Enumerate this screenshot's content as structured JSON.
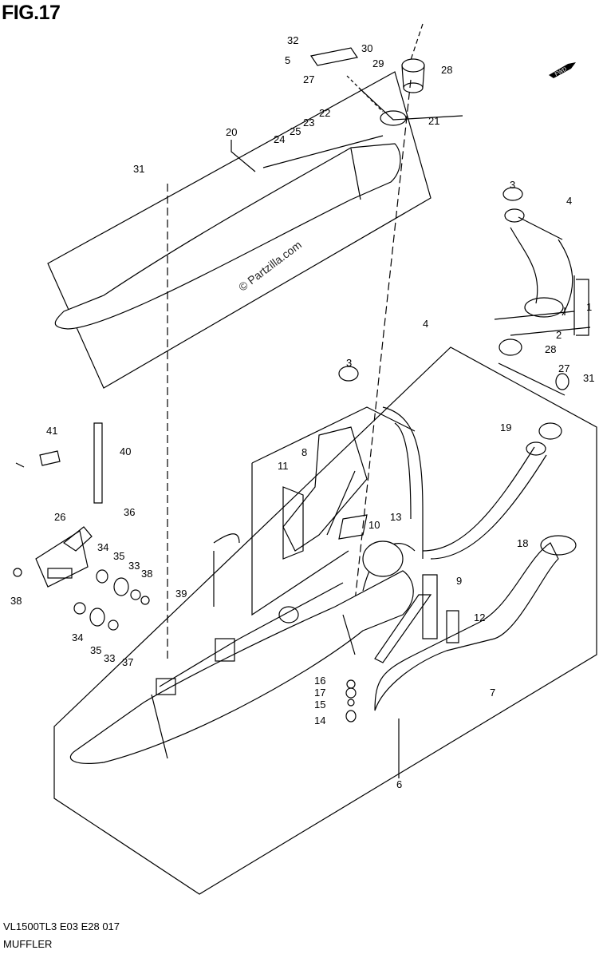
{
  "figure": {
    "title": "FIG.17",
    "model_code": "VL1500TL3  E03  E28  017",
    "name": "MUFFLER",
    "watermark": "© Partzilla.com",
    "fwd_label": "FWD"
  },
  "callouts": [
    {
      "id": "c32",
      "label": "32"
    },
    {
      "id": "c30",
      "label": "30"
    },
    {
      "id": "c5",
      "label": "5"
    },
    {
      "id": "c29",
      "label": "29"
    },
    {
      "id": "c28a",
      "label": "28"
    },
    {
      "id": "c27a",
      "label": "27"
    },
    {
      "id": "c22",
      "label": "22"
    },
    {
      "id": "c23",
      "label": "23"
    },
    {
      "id": "c25",
      "label": "25"
    },
    {
      "id": "c24",
      "label": "24"
    },
    {
      "id": "c21",
      "label": "21"
    },
    {
      "id": "c20",
      "label": "20"
    },
    {
      "id": "c31a",
      "label": "31"
    },
    {
      "id": "c3a",
      "label": "3"
    },
    {
      "id": "c4a",
      "label": "4"
    },
    {
      "id": "c1",
      "label": "1"
    },
    {
      "id": "c2",
      "label": "2"
    },
    {
      "id": "c28b",
      "label": "28"
    },
    {
      "id": "c4b",
      "label": "4"
    },
    {
      "id": "c3b",
      "label": "3"
    },
    {
      "id": "c27b",
      "label": "27"
    },
    {
      "id": "c31b",
      "label": "31"
    },
    {
      "id": "c19",
      "label": "19"
    },
    {
      "id": "c41",
      "label": "41"
    },
    {
      "id": "c40",
      "label": "40"
    },
    {
      "id": "c8",
      "label": "8"
    },
    {
      "id": "c11",
      "label": "11"
    },
    {
      "id": "c36",
      "label": "36"
    },
    {
      "id": "c26",
      "label": "26"
    },
    {
      "id": "c13",
      "label": "13"
    },
    {
      "id": "c10",
      "label": "10"
    },
    {
      "id": "c18",
      "label": "18"
    },
    {
      "id": "c34a",
      "label": "34"
    },
    {
      "id": "c35a",
      "label": "35"
    },
    {
      "id": "c33a",
      "label": "33"
    },
    {
      "id": "c38a",
      "label": "38"
    },
    {
      "id": "c38b",
      "label": "38"
    },
    {
      "id": "c39",
      "label": "39"
    },
    {
      "id": "c9",
      "label": "9"
    },
    {
      "id": "c12",
      "label": "12"
    },
    {
      "id": "c34b",
      "label": "34"
    },
    {
      "id": "c35b",
      "label": "35"
    },
    {
      "id": "c33b",
      "label": "33"
    },
    {
      "id": "c37",
      "label": "37"
    },
    {
      "id": "c7",
      "label": "7"
    },
    {
      "id": "c16",
      "label": "16"
    },
    {
      "id": "c17",
      "label": "17"
    },
    {
      "id": "c15",
      "label": "15"
    },
    {
      "id": "c14",
      "label": "14"
    },
    {
      "id": "c6",
      "label": "6"
    }
  ]
}
